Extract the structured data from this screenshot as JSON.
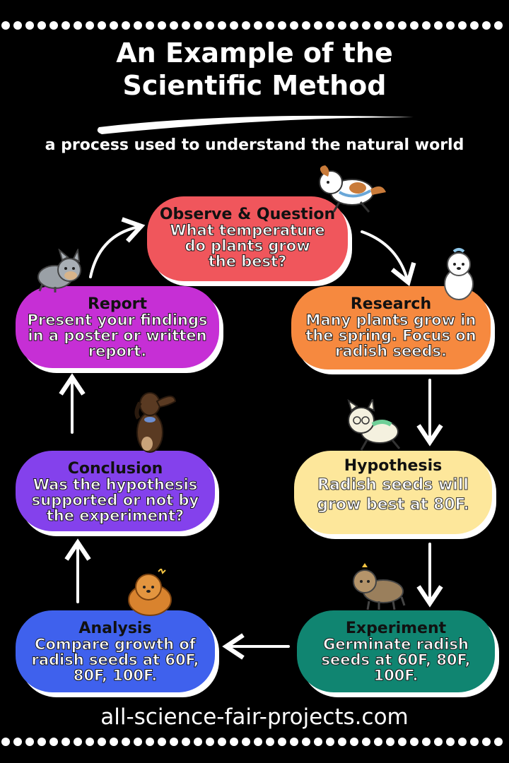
{
  "header": {
    "title_line1": "An Example of the",
    "title_line2": "Scientific Method",
    "subtitle": "a process used to understand the natural world"
  },
  "steps": [
    {
      "title": "Observe & Question",
      "text": [
        "What temperature",
        "do plants grow",
        "the best?"
      ],
      "color": "#f0565c"
    },
    {
      "title": "Research",
      "text": [
        "Many plants grow in",
        "the spring. Focus on",
        "radish seeds."
      ],
      "color": "#f6893f"
    },
    {
      "title": "Hypothesis",
      "text": [
        "Radish seeds will",
        "grow best at 80F."
      ],
      "color": "#fde79b"
    },
    {
      "title": "Experiment",
      "text": [
        "Germinate radish",
        "seeds at 60F, 80F,",
        "100F."
      ],
      "color": "#108571"
    },
    {
      "title": "Analysis",
      "text": [
        "Compare growth of",
        "radish seeds at 60F,",
        "80F, 100F."
      ],
      "color": "#3f61ed"
    },
    {
      "title": "Conclusion",
      "text": [
        "Was the hypothesis",
        "supported or not by",
        "the experiment?"
      ],
      "color": "#8441ec"
    },
    {
      "title": "Report",
      "text": [
        "Present your findings",
        "in a poster or written",
        "report."
      ],
      "color": "#c62fd5"
    }
  ],
  "footer": {
    "url": "all-science-fair-projects.com"
  },
  "icons": [
    "running-dog-icon",
    "fluffy-dog-icon",
    "puppy-icon",
    "small-dog-icon",
    "pomeranian-icon",
    "dachshund-icon",
    "terrier-icon"
  ]
}
